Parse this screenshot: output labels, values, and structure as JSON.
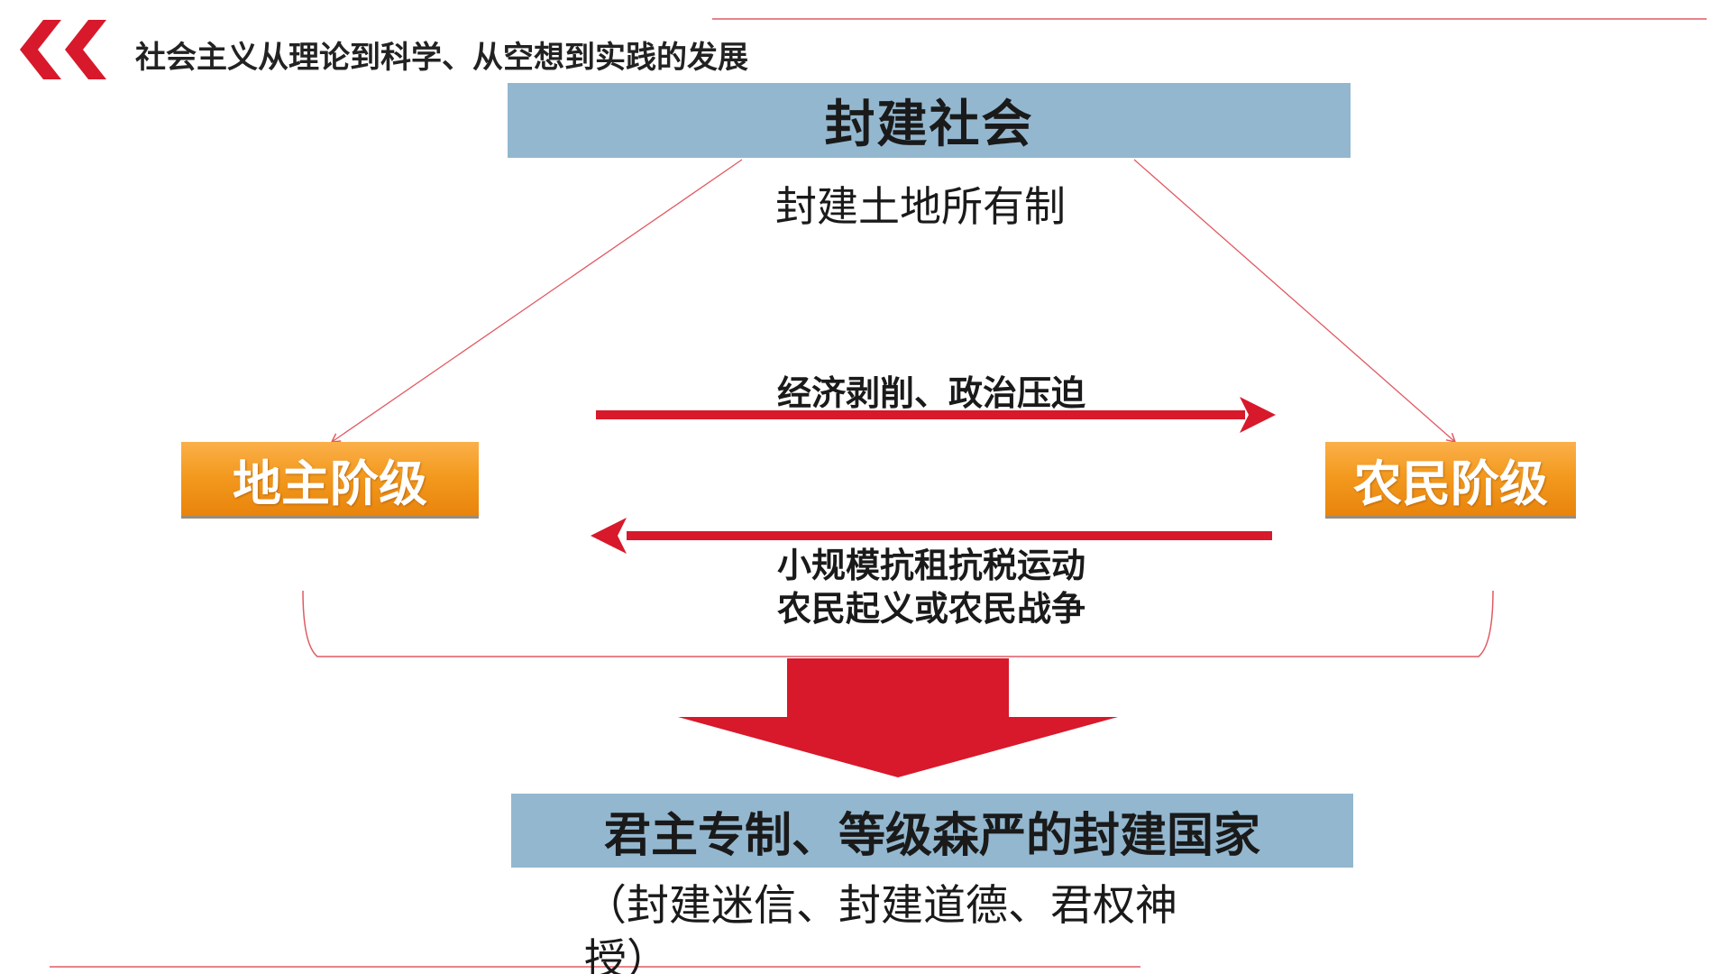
{
  "header": {
    "title": "社会主义从理论到科学、从空想到实践的发展"
  },
  "diagram": {
    "top_box": {
      "title": "封建社会",
      "subtitle": "封建土地所有制"
    },
    "left_class": "地主阶级",
    "right_class": "农民阶级",
    "arrow_right_label": "经济剥削、政治压迫",
    "arrow_left_label_line1": "小规模抗租抗税运动",
    "arrow_left_label_line2": "农民起义或农民战争",
    "result_box": "君主专制、等级森严的封建国家",
    "result_note": "（封建迷信、封建道德、君权神授）"
  },
  "colors": {
    "accent_red": "#d7192b",
    "box_blue": "#93b7cf",
    "box_orange": "#f39a1f",
    "line_red": "#e05a63"
  },
  "icons": {
    "header_logo": "double-chevron-left-icon"
  }
}
